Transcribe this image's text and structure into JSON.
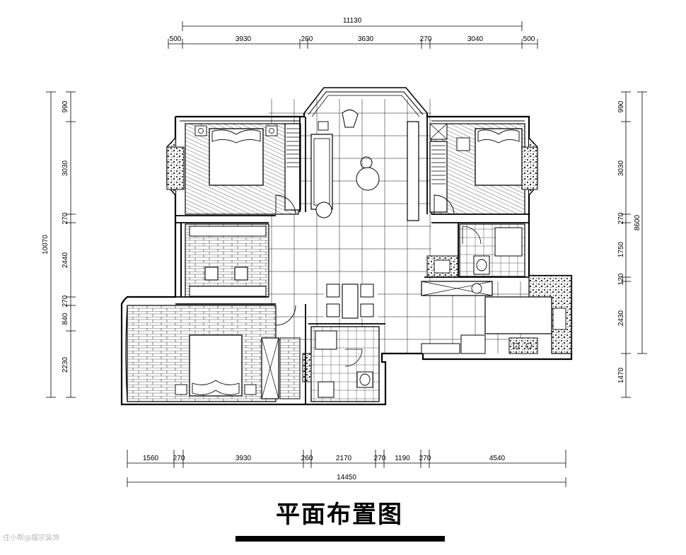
{
  "dimensions": {
    "top_total": "11130",
    "top_segments": [
      "500",
      "3930",
      "260",
      "3630",
      "270",
      "3040",
      "500"
    ],
    "bottom_total": "14450",
    "bottom_segments": [
      "1560",
      "270",
      "3930",
      "260",
      "2170",
      "270",
      "1190",
      "270",
      "4540"
    ],
    "left_total": "10070",
    "left_segments": [
      "990",
      "3030",
      "270",
      "2440",
      "270",
      "840",
      "2230"
    ],
    "right_total": "8600",
    "right_segments": [
      "990",
      "3030",
      "270",
      "1750",
      "120",
      "2430",
      "1470"
    ]
  },
  "title": "平面布置图",
  "watermark": "住小帮@摆宗装饰"
}
